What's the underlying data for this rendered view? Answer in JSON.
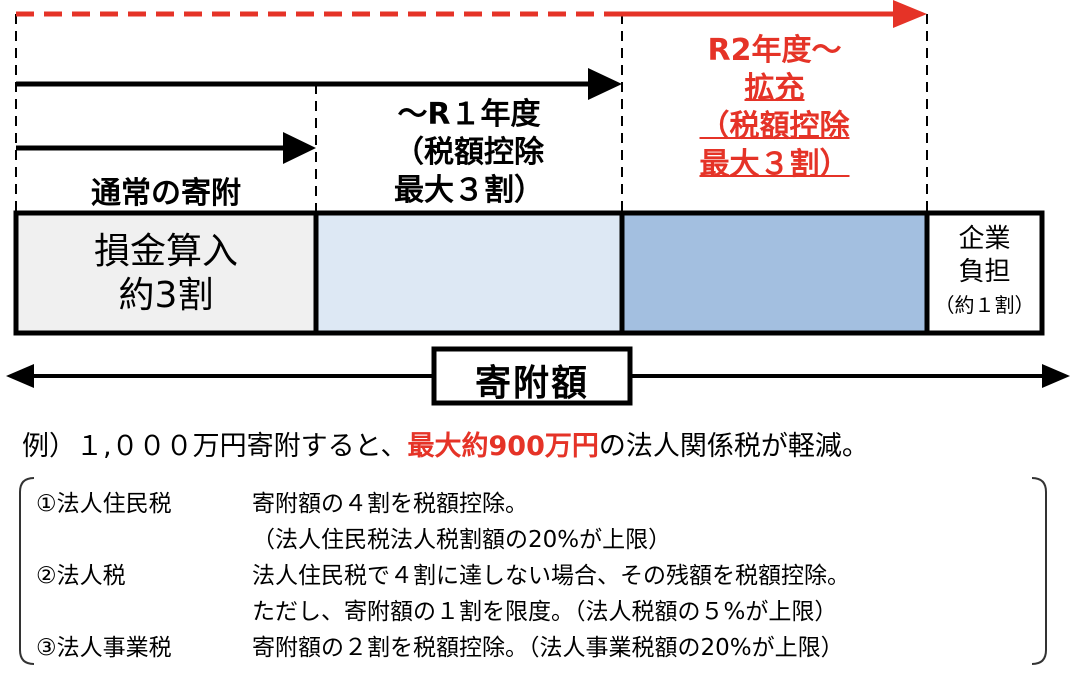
{
  "timeline": {
    "normal_label": "通常の寄附",
    "r1_label_line1": "～R１年度",
    "r1_label_line2": "（税額控除",
    "r1_label_line3": "最大３割）",
    "r2_label_line1": "R2年度～",
    "r2_label_line2": "拡充",
    "r2_label_line3": "（税額控除",
    "r2_label_line4": "最大３割）"
  },
  "bar": {
    "loss_line1": "損金算入",
    "loss_line2": "約3割",
    "company_line1": "企業",
    "company_line2": "負担",
    "company_line3": "（約１割）"
  },
  "total_label": "寄附額",
  "example": {
    "prefix": "例）１,０００万円寄附すると、",
    "highlight": "最大約900万円",
    "suffix": "の法人関係税が軽減。"
  },
  "notes": [
    {
      "tax": "①法人住民税",
      "desc": "寄附額の４割を税額控除。"
    },
    {
      "tax": "",
      "desc": "（法人住民税法人税割額の20%が上限）"
    },
    {
      "tax": "②法人税",
      "desc": "法人住民税で４割に達しない場合、その残額を税額控除。"
    },
    {
      "tax": "",
      "desc": "ただし、寄附額の１割を限度。（法人税額の５%が上限）"
    },
    {
      "tax": "③法人事業税",
      "desc": "寄附額の２割を税額控除。（法人事業税額の20%が上限）"
    }
  ],
  "colors": {
    "accent_red": "#e53327",
    "loss_fill": "#f0f0f0",
    "r1_fill": "#dde8f4",
    "r2_fill": "#a3bfe0",
    "company_fill": "#ffffff"
  }
}
